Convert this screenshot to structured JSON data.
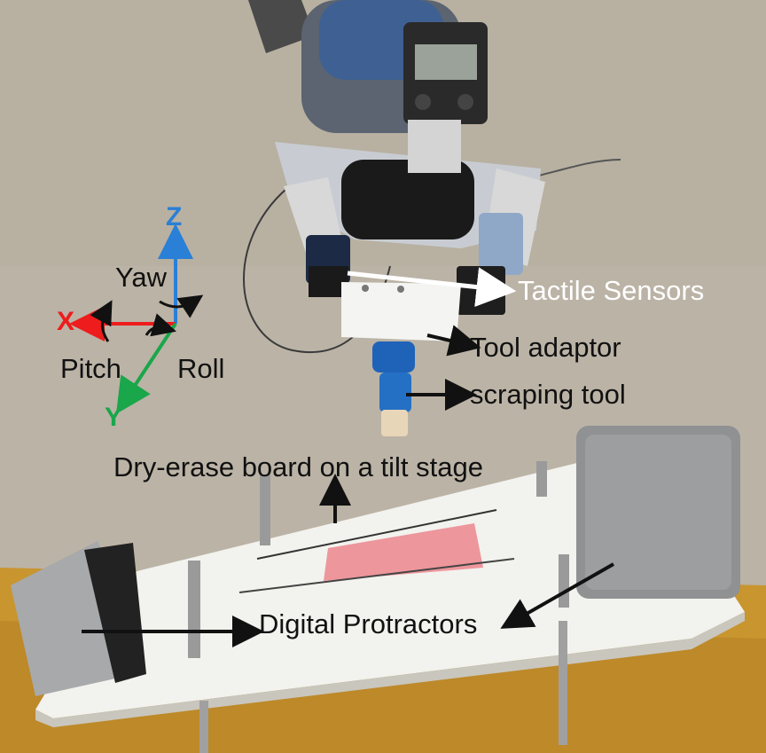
{
  "labels": {
    "tactile_sensors": "Tactile Sensors",
    "tool_adaptor": "Tool adaptor",
    "scraping_tool": "scraping tool",
    "board": "Dry-erase board on a tilt stage",
    "protractors": "Digital Protractors"
  },
  "axes": {
    "x": "X",
    "y": "Y",
    "z": "Z",
    "yaw": "Yaw",
    "pitch": "Pitch",
    "roll": "Roll"
  },
  "colors": {
    "x_axis": "#ee1c1c",
    "y_axis": "#1aa64a",
    "z_axis": "#2a7fd6",
    "wall": "#b9b1a4",
    "board": "#f2f2ee",
    "smear": "#ec8c92",
    "tool_blue": "#1f63b8",
    "table": "#c99532"
  }
}
